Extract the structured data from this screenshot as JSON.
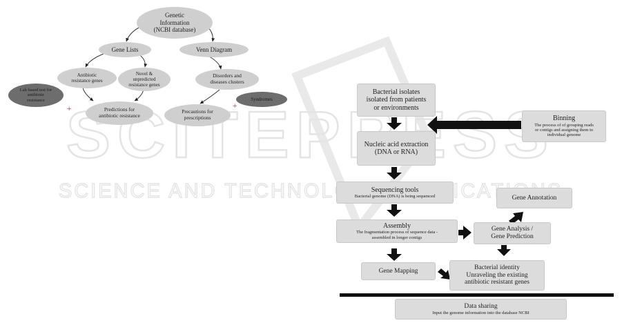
{
  "left_diagram": {
    "root": [
      "Genetic",
      "Information",
      "(NCBI database)"
    ],
    "gene_lists": "Gene Lists",
    "venn_diagram": "Venn Diagram",
    "antibiotic": [
      "Antibiotic",
      "resistance genes"
    ],
    "novel": [
      "Novel &",
      "unpredicted",
      "resistance genes"
    ],
    "disorders": [
      "Disorders and",
      "diseases clusters"
    ],
    "lab_test": [
      "Lab based test for",
      "antibiotic",
      "resistance"
    ],
    "predictions": [
      "Predictions for",
      "antibiotic resistance"
    ],
    "precautions": [
      "Precautions for",
      "prescriptions"
    ],
    "syndromes": "Syndromes",
    "plus_1": "+",
    "plus_2": "+"
  },
  "right_diagram": {
    "isolates": [
      "Bacterial isolates",
      "isolated from patients",
      "or environments"
    ],
    "binning": {
      "title": "Binning",
      "desc": [
        "The process of of grouping reads",
        "or contigs and assigning them to",
        "individual genome"
      ]
    },
    "extraction": [
      "Nucleic acid extraction",
      "(DNA or RNA)"
    ],
    "sequencing": {
      "title": "Sequencing tools",
      "desc": "Bacterial genome (DNA) is being sequenced"
    },
    "annotation": "Gene Annotation",
    "assembly": {
      "title": "Assembly",
      "desc": [
        "The fragmentation process of sequence data -",
        "assembled in longer contigs"
      ]
    },
    "analysis": [
      "Gene Analysis /",
      "Gene Prediction"
    ],
    "mapping": "Gene Mapping",
    "identity": [
      "Bacterial identity",
      "Unraveling the existing",
      "antibiotic resistant genes"
    ],
    "sharing": {
      "title": "Data sharing",
      "desc": "Input the genome information into the database NCBI"
    }
  },
  "watermark": {
    "word": "SCITEPRESS",
    "tagline": "SCIENCE AND TECHNOLOGY PUBLICATIONS"
  }
}
